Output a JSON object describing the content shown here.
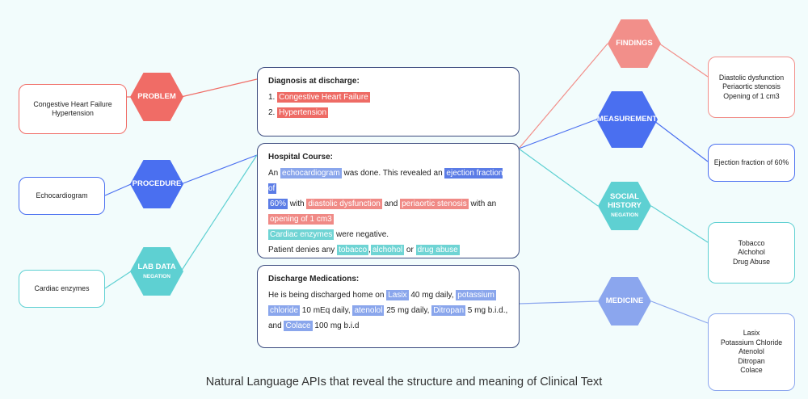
{
  "caption": "Natural Language APIs that reveal the structure and meaning of Clinical Text",
  "colors": {
    "problem": "#f06c66",
    "procedure": "#4a6ff0",
    "lab": "#5ed0d2",
    "findings": "#f28f8a",
    "measurement": "#4a6ff0",
    "social": "#5ed0d2",
    "medicine": "#8ba6ee",
    "panel_border": "#3b4a7e"
  },
  "left": {
    "problem": {
      "label": "PROBLEM",
      "box": [
        "Congestive Heart Failure",
        "Hypertension"
      ]
    },
    "procedure": {
      "label": "PROCEDURE",
      "box": [
        "Echocardiogram"
      ]
    },
    "lab": {
      "label": "LAB DATA",
      "sub": "NEGATION",
      "box": [
        "Cardiac enzymes"
      ]
    }
  },
  "right": {
    "findings": {
      "label": "FINDINGS",
      "box": [
        "Diastolic dysfunction",
        "Periaortic stenosis",
        "Opening of 1 cm3"
      ]
    },
    "measurement": {
      "label": "MEASUREMENT",
      "box": [
        "Ejection fraction of 60%"
      ]
    },
    "social": {
      "label_1": "SOCIAL",
      "label_2": "HISTORY",
      "sub": "NEGATION",
      "box": [
        "Tobacco",
        "Alchohol",
        "Drug Abuse"
      ]
    },
    "medicine": {
      "label": "MEDICINE",
      "box": [
        "Lasix",
        "Potassium Chloride",
        "Atenolol",
        "Ditropan",
        "Colace"
      ]
    }
  },
  "diagnosis": {
    "heading": "Diagnosis at discharge:",
    "n1": "1.",
    "item1": "Congestive Heart Failure",
    "n2": "2.",
    "item2": "Hypertension"
  },
  "course": {
    "heading": "Hospital Course:",
    "l1a": "An ",
    "echo": "echocardiogram",
    "l1b": " was done. This revealed an ",
    "ef1": "ejection fraction of",
    "ef2": "60%",
    "l2a": " with ",
    "dd": "diastolic dysfunction",
    "l2b": " and ",
    "ps": "periaortic stenosis",
    "l2c": " with an",
    "open": "opening of 1 cm3",
    "enz": "Cardiac enzymes",
    "l4": " were negative.",
    "l5": "Patient denies any ",
    "tob": "tobacco",
    "comma": ",",
    "alc": "alchohol",
    "or": " or ",
    "drug": "drug abuse"
  },
  "meds": {
    "heading": "Discharge Medications:",
    "l1": "He is being discharged home on ",
    "lasix": "Lasix",
    "l1b": " 40 mg daily, ",
    "pot1": "potassium",
    "pot2": "chloride",
    "l2a": " 10 mEq daily, ",
    "aten": "atenolol",
    "l2b": " 25 mg daily, ",
    "ditr": "Ditropan",
    "l2c": "  5 mg b.i.d.,",
    "l3a": "and ",
    "colace": "Colace",
    "l3b": " 100 mg b.i.d"
  }
}
